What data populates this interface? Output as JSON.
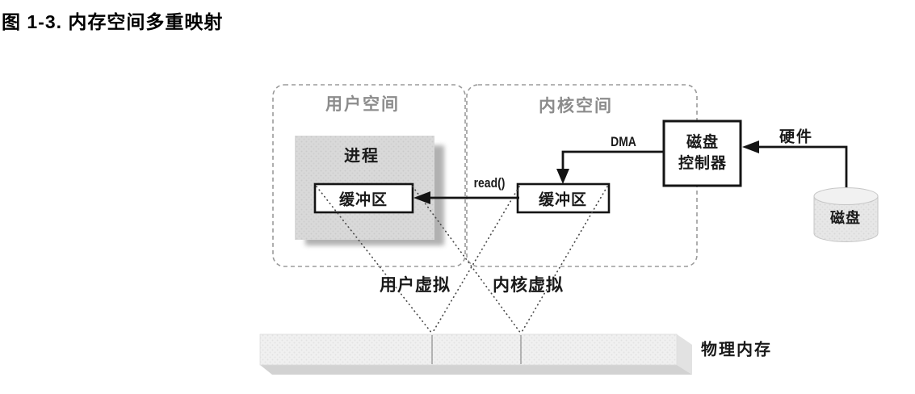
{
  "title": "图 1-3. 内存空间多重映射",
  "regions": {
    "user_space": {
      "label": "用户空间"
    },
    "kernel_space": {
      "label": "内核空间"
    }
  },
  "nodes": {
    "process": {
      "label": "进程"
    },
    "user_buffer": {
      "label": "缓冲区"
    },
    "kernel_buffer": {
      "label": "缓冲区"
    },
    "disk_controller": {
      "label_line1": "磁盘",
      "label_line2": "控制器"
    },
    "disk": {
      "label": "磁盘"
    },
    "physical_memory": {
      "label": "物理内存"
    }
  },
  "arrows": {
    "read": {
      "label": "read()"
    },
    "dma": {
      "label": "DMA"
    },
    "hardware": {
      "label": "硬件"
    }
  },
  "mappings": {
    "user_virtual": {
      "label": "用户虚拟"
    },
    "kernel_virtual": {
      "label": "内核虚拟"
    }
  },
  "colors": {
    "title_text": "#000000",
    "region_border": "#9b9b9b",
    "region_label": "#8c8c8c",
    "process_fill": "#d8d8d8",
    "process_shadow": "#9e9e9e",
    "box_border": "#141414",
    "box_fill": "#ffffff",
    "arrow": "#141414",
    "mapping_line": "#4a4a4a",
    "memory_fill": "#f0f0f0",
    "memory_band": "#d2d2d2",
    "disk_fill": "#e7e7e7"
  }
}
